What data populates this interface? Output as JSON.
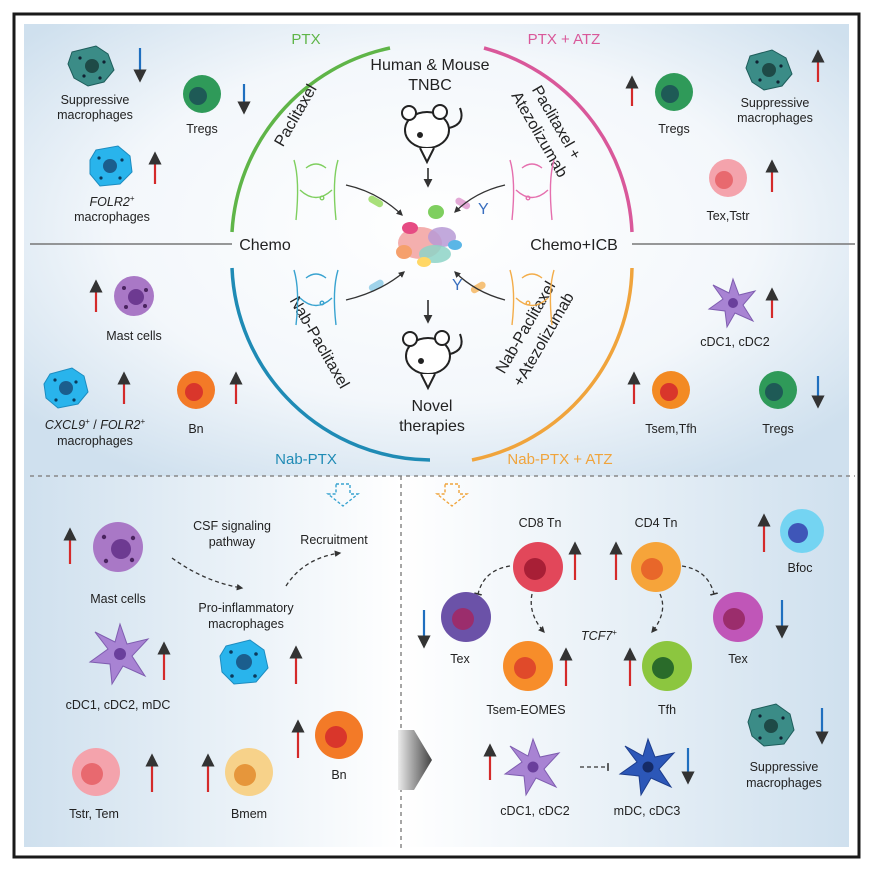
{
  "arms": {
    "ptx": {
      "title": "PTX",
      "color": "#5fb548",
      "drug": "Paclitaxel"
    },
    "ptx_atz": {
      "title": "PTX + ATZ",
      "color": "#d9589a",
      "drug_line1": "Paclitaxel +",
      "drug_line2": "Atezolizumab"
    },
    "nab_ptx": {
      "title": "Nab-PTX",
      "color": "#1f8bb5",
      "drug": "Nab-Paclitaxel"
    },
    "nab_ptx_atz": {
      "title": "Nab-PTX + ATZ",
      "color": "#f0a43c",
      "drug_line1": "Nab-Paclitaxel",
      "drug_line2": "+Atezolizumab"
    }
  },
  "center": {
    "top_line1": "Human & Mouse",
    "top_line2": "TNBC",
    "left": "Chemo",
    "right": "Chemo+ICB",
    "bottom_line1": "Novel",
    "bottom_line2": "therapies"
  },
  "top_left": {
    "suppressive_line1": "Suppressive",
    "suppressive_line2": "macrophages",
    "tregs": "Tregs",
    "folr2_name": "FOLR2",
    "folr2_sup": "+",
    "folr2_line2": "macrophages"
  },
  "top_right": {
    "tregs": "Tregs",
    "suppressive_line1": "Suppressive",
    "suppressive_line2": "macrophages",
    "tex_tstr": "Tex,Tstr"
  },
  "mid_left": {
    "mast": "Mast cells",
    "cxcl9": "CXCL9",
    "cxcl9_sup": "+",
    "slash": " / ",
    "folr2": "FOLR2",
    "folr2_sup": "+",
    "macrophages": "macrophages",
    "bn": "Bn"
  },
  "mid_right": {
    "cdc": "cDC1, cDC2",
    "tsem_tfh": "Tsem,Tfh",
    "tregs": "Tregs"
  },
  "bottom_left": {
    "mast": "Mast cells",
    "csf_line1": "CSF signaling",
    "csf_line2": "pathway",
    "recruitment": "Recruitment",
    "proinf_line1": "Pro-inflammatory",
    "proinf_line2": "macrophages",
    "cdc_mdc": "cDC1, cDC2, mDC",
    "tstr_tem": "Tstr, Tem",
    "bmem": "Bmem",
    "bn": "Bn"
  },
  "bottom_right": {
    "cd8": "CD8 Tn",
    "cd4": "CD4 Tn",
    "bfoc": "Bfoc",
    "tex_left": "Tex",
    "tex_right": "Tex",
    "tcf7": "TCF7",
    "tcf7_sup": "+",
    "tsem_eomes": "Tsem-EOMES",
    "tfh": "Tfh",
    "cdc": "cDC1, cDC2",
    "mdc": "mDC, cDC3",
    "suppressive_line1": "Suppressive",
    "suppressive_line2": "macrophages"
  },
  "colors": {
    "up": "#d42a2a",
    "down": "#1f6fbf",
    "border": "#1a1a1a",
    "panel": "#dbe8f3"
  }
}
